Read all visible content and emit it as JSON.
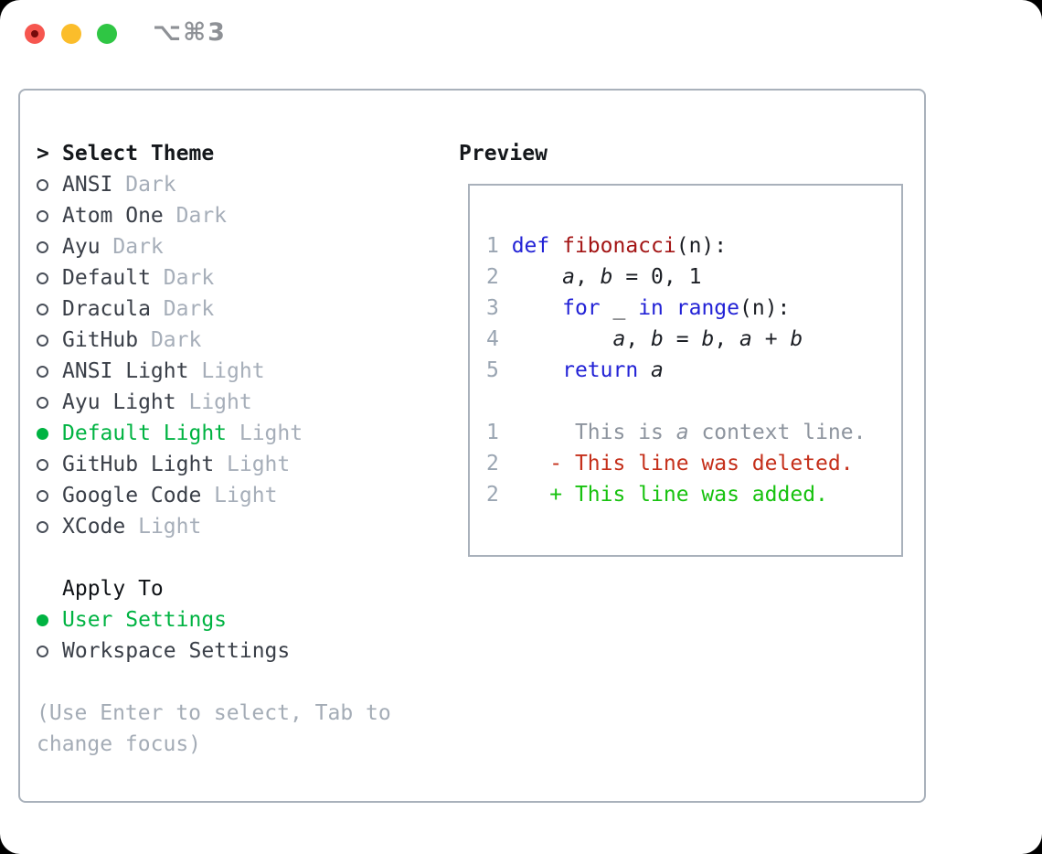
{
  "window": {
    "title": "⌥⌘3"
  },
  "colors": {
    "selection_green": "#00b342",
    "added_green": "#17c20f",
    "deleted_red": "#c5301b",
    "keyword_blue": "#2222d6",
    "function_red": "#a31515",
    "muted_gray": "#a6aeb9",
    "panel_border": "#a9b1bb",
    "traffic_red": "#f6564f",
    "traffic_yellow": "#fbbd2b",
    "traffic_green": "#2fc644"
  },
  "select_theme": {
    "cursor": ">",
    "header": "Select Theme",
    "items": [
      {
        "name": "ANSI",
        "tag": "Dark",
        "selected": false
      },
      {
        "name": "Atom One",
        "tag": "Dark",
        "selected": false
      },
      {
        "name": "Ayu",
        "tag": "Dark",
        "selected": false
      },
      {
        "name": "Default",
        "tag": "Dark",
        "selected": false
      },
      {
        "name": "Dracula",
        "tag": "Dark",
        "selected": false
      },
      {
        "name": "GitHub",
        "tag": "Dark",
        "selected": false
      },
      {
        "name": "ANSI Light",
        "tag": "Light",
        "selected": false
      },
      {
        "name": "Ayu Light",
        "tag": "Light",
        "selected": false
      },
      {
        "name": "Default Light",
        "tag": "Light",
        "selected": true
      },
      {
        "name": "GitHub Light",
        "tag": "Light",
        "selected": false
      },
      {
        "name": "Google Code",
        "tag": "Light",
        "selected": false
      },
      {
        "name": "XCode",
        "tag": "Light",
        "selected": false
      }
    ]
  },
  "apply_to": {
    "header": "Apply To",
    "items": [
      {
        "label": "User Settings",
        "selected": true
      },
      {
        "label": "Workspace Settings",
        "selected": false
      }
    ]
  },
  "hint": "(Use Enter to select, Tab to change focus)",
  "preview": {
    "header": "Preview",
    "lines": [
      {
        "name": "code-line-1",
        "segs": [
          {
            "t": "1 ",
            "c": "ln"
          },
          {
            "t": "def ",
            "c": "kw"
          },
          {
            "t": "fibonacci",
            "c": "fn"
          },
          {
            "t": "(n):",
            "c": "pl"
          }
        ]
      },
      {
        "name": "code-line-2",
        "segs": [
          {
            "t": "2 ",
            "c": "ln"
          },
          {
            "t": "    ",
            "c": "pl"
          },
          {
            "t": "a",
            "c": "var"
          },
          {
            "t": ", ",
            "c": "pl"
          },
          {
            "t": "b",
            "c": "var"
          },
          {
            "t": " = 0, 1",
            "c": "pl"
          }
        ]
      },
      {
        "name": "code-line-3",
        "segs": [
          {
            "t": "3 ",
            "c": "ln"
          },
          {
            "t": "    ",
            "c": "pl"
          },
          {
            "t": "for",
            "c": "kw"
          },
          {
            "t": " _ ",
            "c": "pl"
          },
          {
            "t": "in",
            "c": "kw"
          },
          {
            "t": " ",
            "c": "pl"
          },
          {
            "t": "range",
            "c": "kw"
          },
          {
            "t": "(n):",
            "c": "pl"
          }
        ]
      },
      {
        "name": "code-line-4",
        "segs": [
          {
            "t": "4 ",
            "c": "ln"
          },
          {
            "t": "        ",
            "c": "pl"
          },
          {
            "t": "a",
            "c": "var"
          },
          {
            "t": ", ",
            "c": "pl"
          },
          {
            "t": "b",
            "c": "var"
          },
          {
            "t": " = ",
            "c": "pl"
          },
          {
            "t": "b",
            "c": "var"
          },
          {
            "t": ", ",
            "c": "pl"
          },
          {
            "t": "a",
            "c": "var"
          },
          {
            "t": " + ",
            "c": "pl"
          },
          {
            "t": "b",
            "c": "var"
          }
        ]
      },
      {
        "name": "code-line-5",
        "segs": [
          {
            "t": "5 ",
            "c": "ln"
          },
          {
            "t": "    ",
            "c": "pl"
          },
          {
            "t": "return",
            "c": "kw"
          },
          {
            "t": " ",
            "c": "pl"
          },
          {
            "t": "a",
            "c": "var"
          }
        ]
      },
      {
        "name": "blank-line",
        "segs": []
      },
      {
        "name": "diff-context-line",
        "segs": [
          {
            "t": "1",
            "c": "ln"
          },
          {
            "t": "      ",
            "c": "pl"
          },
          {
            "t": "This is ",
            "c": "ctx"
          },
          {
            "t": "a",
            "c": "ctxi"
          },
          {
            "t": " context line.",
            "c": "ctx"
          }
        ]
      },
      {
        "name": "diff-deleted-line",
        "segs": [
          {
            "t": "2",
            "c": "ln"
          },
          {
            "t": "    ",
            "c": "pl"
          },
          {
            "t": "- This line was deleted.",
            "c": "del"
          }
        ]
      },
      {
        "name": "diff-added-line",
        "segs": [
          {
            "t": "2",
            "c": "ln"
          },
          {
            "t": "    ",
            "c": "pl"
          },
          {
            "t": "+ This line was added.",
            "c": "add"
          }
        ]
      }
    ]
  }
}
